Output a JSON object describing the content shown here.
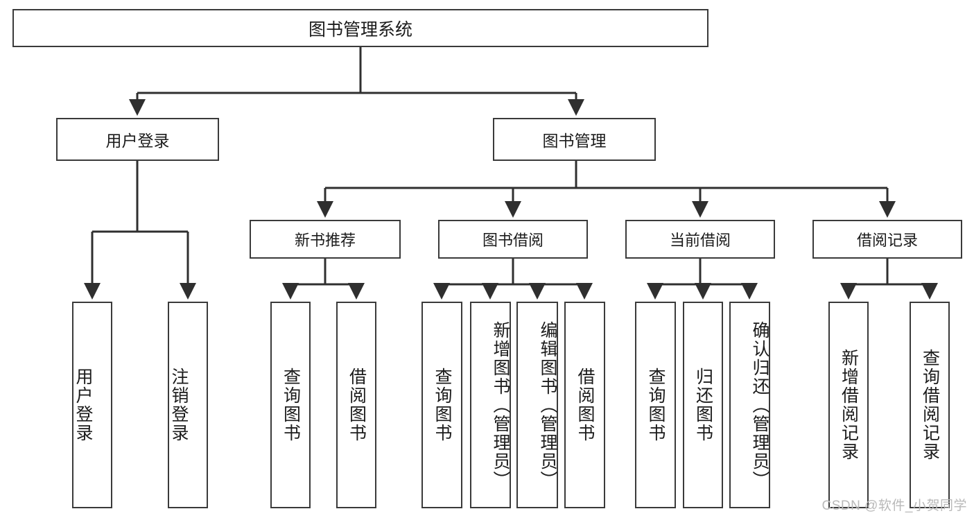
{
  "diagram": {
    "title": "图书管理系统",
    "type": "功能结构图",
    "colors": {
      "box_border": "#3a3a3a",
      "box_fill": "#ffffff",
      "edge": "#2f2f2f",
      "text": "#1b1b1b",
      "background": "#ffffff",
      "watermark": "#b9b9b9"
    }
  },
  "nodes": {
    "root": {
      "label": "图书管理系统"
    },
    "level1": [
      {
        "id": "user-login",
        "label": "用户登录"
      },
      {
        "id": "book-manage",
        "label": "图书管理"
      }
    ],
    "level2": [
      {
        "id": "new-book-recommend",
        "label": "新书推荐"
      },
      {
        "id": "book-borrow",
        "label": "图书借阅"
      },
      {
        "id": "current-borrow",
        "label": "当前借阅"
      },
      {
        "id": "borrow-record",
        "label": "借阅记录"
      }
    ],
    "leaves": {
      "user-login": [
        {
          "id": "leaf-user-login",
          "label": "用户登录"
        },
        {
          "id": "leaf-user-logout",
          "label": "注销登录"
        }
      ],
      "new-book-recommend": [
        {
          "id": "leaf-query-book-1",
          "label": "查询图书"
        },
        {
          "id": "leaf-borrow-book-1",
          "label": "借阅图书"
        }
      ],
      "book-borrow": [
        {
          "id": "leaf-query-book-2",
          "label": "查询图书"
        },
        {
          "id": "leaf-add-book",
          "label": "新增图书（管理员）"
        },
        {
          "id": "leaf-edit-book",
          "label": "编辑图书（管理员）"
        },
        {
          "id": "leaf-borrow-book-2",
          "label": "借阅图书"
        }
      ],
      "current-borrow": [
        {
          "id": "leaf-query-book-3",
          "label": "查询图书"
        },
        {
          "id": "leaf-return-book",
          "label": "归还图书"
        },
        {
          "id": "leaf-confirm-return",
          "label": "确认归还（管理员）"
        }
      ],
      "borrow-record": [
        {
          "id": "leaf-add-record",
          "label": "新增借阅记录"
        },
        {
          "id": "leaf-query-record",
          "label": "查询借阅记录"
        }
      ]
    }
  },
  "watermark": {
    "text": "CSDN @软件_小贺同学"
  }
}
